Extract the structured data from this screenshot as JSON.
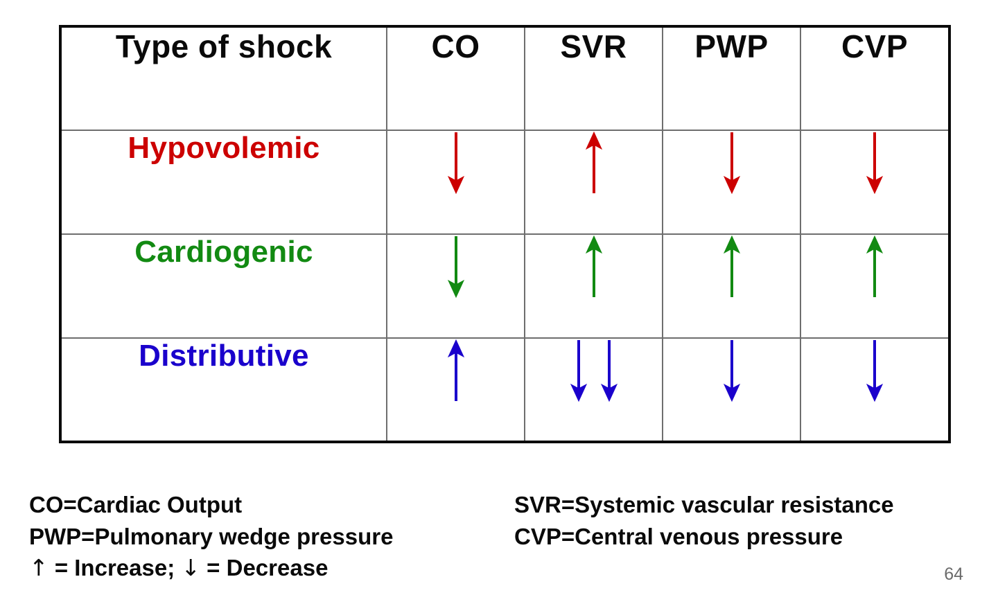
{
  "table": {
    "headers": [
      {
        "label": "Type of shock",
        "name": "type-of-shock"
      },
      {
        "label": "CO",
        "name": "co"
      },
      {
        "label": "SVR",
        "name": "svr"
      },
      {
        "label": "PWP",
        "name": "pwp"
      },
      {
        "label": "CVP",
        "name": "cvp"
      }
    ],
    "rows": [
      {
        "label": "Hypovolemic",
        "color": "#cc0000",
        "cells": [
          {
            "column": "CO",
            "direction": "down",
            "count": 1,
            "symbol": "↓"
          },
          {
            "column": "SVR",
            "direction": "up",
            "count": 1,
            "symbol": "↑"
          },
          {
            "column": "PWP",
            "direction": "down",
            "count": 1,
            "symbol": "↓"
          },
          {
            "column": "CVP",
            "direction": "down",
            "count": 1,
            "symbol": "↓"
          }
        ]
      },
      {
        "label": "Cardiogenic",
        "color": "#128a12",
        "cells": [
          {
            "column": "CO",
            "direction": "down",
            "count": 1,
            "symbol": "↓"
          },
          {
            "column": "SVR",
            "direction": "up",
            "count": 1,
            "symbol": "↑"
          },
          {
            "column": "PWP",
            "direction": "up",
            "count": 1,
            "symbol": "↑"
          },
          {
            "column": "CVP",
            "direction": "up",
            "count": 1,
            "symbol": "↑"
          }
        ]
      },
      {
        "label": "Distributive",
        "color": "#1a00cc",
        "cells": [
          {
            "column": "CO",
            "direction": "up",
            "count": 1,
            "symbol": "↑"
          },
          {
            "column": "SVR",
            "direction": "down",
            "count": 2,
            "symbol": "↓↓"
          },
          {
            "column": "PWP",
            "direction": "down",
            "count": 1,
            "symbol": "↓"
          },
          {
            "column": "CVP",
            "direction": "down",
            "count": 1,
            "symbol": "↓"
          }
        ]
      }
    ]
  },
  "legend": {
    "co": "CO=Cardiac Output",
    "svr": "SVR=Systemic vascular resistance",
    "pwp": "PWP=Pulmonary wedge pressure",
    "cvp": "CVP=Central venous pressure",
    "key_up_symbol": "↑",
    "key_up_text": " = Increase; ",
    "key_down_symbol": "↓",
    "key_down_text": " = Decrease"
  },
  "slide_number": "64",
  "colors": {
    "hypovolemic": "#cc0000",
    "cardiogenic": "#128a12",
    "distributive": "#1a00cc",
    "text": "#0a0a0a",
    "outer_border": "#0a0a0a",
    "inner_border": "#6e6e6e",
    "slide_number": "#6b6b6b"
  }
}
